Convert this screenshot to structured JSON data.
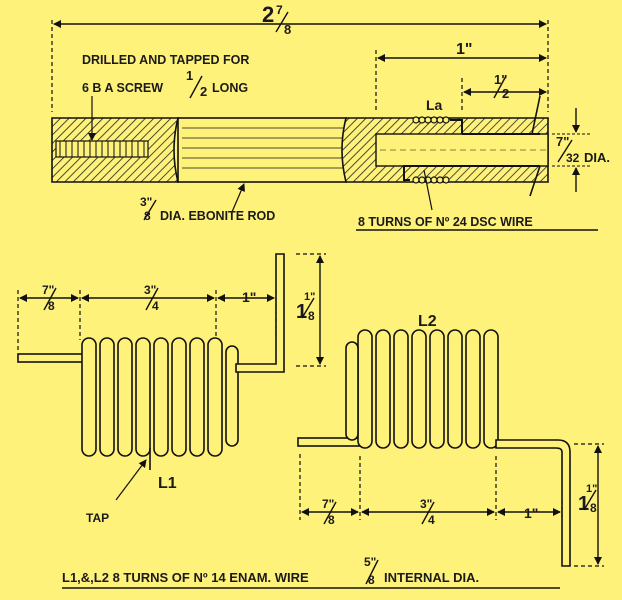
{
  "rod": {
    "overall_length_whole": "2",
    "overall_length_num": "7",
    "overall_length_den": "8",
    "note_line1": "DRILLED AND TAPPED FOR",
    "note_line2_pre": "6 B A SCREW",
    "note_frac_num": "1",
    "note_frac_den": "2",
    "note_line2_post": "LONG",
    "bore_length": "1\"",
    "half_num": "1\"",
    "half_den": "2",
    "coil_label": "La",
    "dia_num": "7\"",
    "dia_den": "32",
    "dia_text": "DIA.",
    "rod_num": "3\"",
    "rod_den": "8",
    "rod_text": "DIA. EBONITE ROD",
    "turns_caption": "8 TURNS OF Nº 24 DSC WIRE"
  },
  "coil_l1": {
    "lead_num": "7\"",
    "lead_den": "8",
    "body_num": "3\"",
    "body_den": "4",
    "right_dim": "1\"",
    "height_whole": "1",
    "height_num": "1\"",
    "height_den": "8",
    "label": "L1",
    "tap_label": "TAP"
  },
  "coil_l2": {
    "label": "L2",
    "lead_num": "7\"",
    "lead_den": "8",
    "body_num": "3\"",
    "body_den": "4",
    "right_dim": "1\"",
    "height_whole": "1",
    "height_num": "1\"",
    "height_den": "8"
  },
  "footer": {
    "main": "L1,&,L2  8 TURNS OF Nº 14 ENAM. WIRE",
    "frac_num": "5\"",
    "frac_den": "8",
    "tail": "INTERNAL DIA."
  }
}
